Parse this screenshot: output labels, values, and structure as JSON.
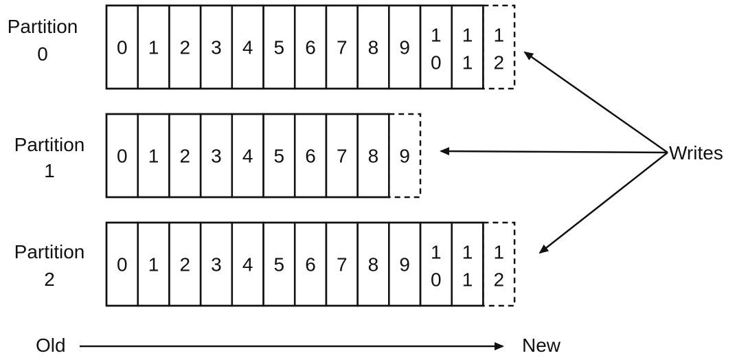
{
  "partitions": [
    {
      "label_line1": "Partition",
      "label_line2": "0",
      "cells": [
        "0",
        "1",
        "2",
        "3",
        "4",
        "5",
        "6",
        "7",
        "8",
        "9",
        "10",
        "11",
        "12"
      ],
      "last_dashed": true
    },
    {
      "label_line1": "Partition",
      "label_line2": "1",
      "cells": [
        "0",
        "1",
        "2",
        "3",
        "4",
        "5",
        "6",
        "7",
        "8",
        "9"
      ],
      "last_dashed": true
    },
    {
      "label_line1": "Partition",
      "label_line2": "2",
      "cells": [
        "0",
        "1",
        "2",
        "3",
        "4",
        "5",
        "6",
        "7",
        "8",
        "9",
        "10",
        "11",
        "12"
      ],
      "last_dashed": true
    }
  ],
  "writes_label": "Writes",
  "axis": {
    "old_label": "Old",
    "new_label": "New"
  },
  "colors": {
    "stroke": "#111111",
    "background": "#ffffff"
  }
}
